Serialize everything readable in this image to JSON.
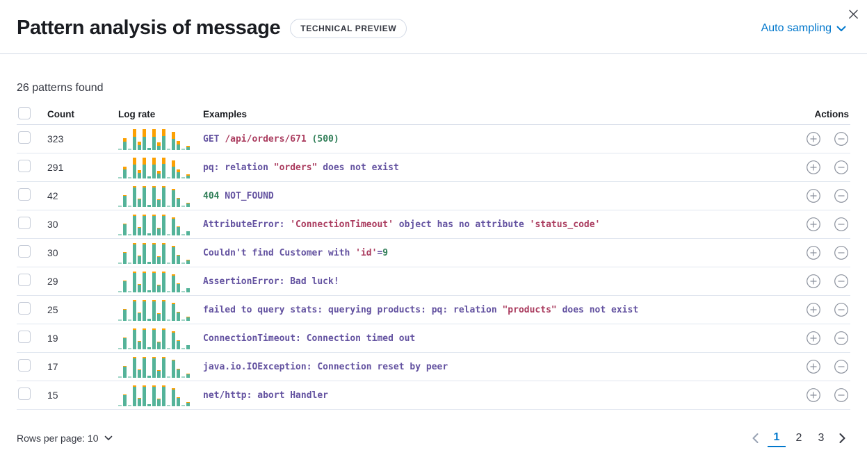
{
  "header": {
    "title": "Pattern analysis of message",
    "badge": "TECHNICAL PREVIEW",
    "sampling_label": "Auto sampling"
  },
  "summary": "26 patterns found",
  "colors": {
    "link_blue": "#0077cc",
    "spark_green": "#54b399",
    "spark_orange": "#fca002",
    "token_purple": "#6352a0",
    "token_red": "#aa3b5e",
    "token_green": "#2e7d56"
  },
  "icons": {
    "close": "close-icon",
    "chevron_down": "chevron-down-icon",
    "plus_circle": "plus-in-circle-icon",
    "minus_circle": "minus-in-circle-icon",
    "chevron_left": "chevron-left-icon",
    "chevron_right": "chevron-right-icon"
  },
  "table": {
    "columns": {
      "count": "Count",
      "log_rate": "Log rate",
      "examples": "Examples",
      "actions": "Actions"
    },
    "sparkline": {
      "bar_totals": [
        2,
        17,
        2,
        30,
        12,
        30,
        3,
        30,
        11,
        30,
        2,
        26,
        13,
        2,
        6
      ]
    },
    "rows": [
      {
        "count": "323",
        "orange": [
          0,
          5,
          0,
          11,
          5,
          11,
          0,
          11,
          5,
          10,
          0,
          10,
          5,
          0,
          2
        ],
        "example": [
          {
            "t": "GET ",
            "c": "p"
          },
          {
            "t": "/api/orders/671",
            "c": "r"
          },
          {
            "t": " (500)",
            "c": "g"
          }
        ]
      },
      {
        "count": "291",
        "orange": [
          0,
          4,
          0,
          10,
          4,
          10,
          0,
          10,
          4,
          9,
          0,
          9,
          4,
          0,
          2
        ],
        "example": [
          {
            "t": "pq: relation ",
            "c": "p"
          },
          {
            "t": "\"orders\"",
            "c": "r"
          },
          {
            "t": " does not exist",
            "c": "p"
          }
        ]
      },
      {
        "count": "42",
        "orange": [
          0,
          1,
          0,
          2,
          1,
          2,
          0,
          2,
          1,
          2,
          0,
          2,
          1,
          0,
          1
        ],
        "example": [
          {
            "t": "404",
            "c": "g"
          },
          {
            "t": " NOT_FOUND",
            "c": "p"
          }
        ]
      },
      {
        "count": "30",
        "orange": [
          0,
          1,
          0,
          2,
          1,
          2,
          0,
          2,
          1,
          2,
          0,
          2,
          1,
          0,
          0
        ],
        "example": [
          {
            "t": "AttributeError: ",
            "c": "p"
          },
          {
            "t": "'ConnectionTimeout'",
            "c": "r"
          },
          {
            "t": " object has no attribute ",
            "c": "p"
          },
          {
            "t": "'status_code'",
            "c": "r"
          }
        ]
      },
      {
        "count": "30",
        "orange": [
          0,
          1,
          0,
          2,
          1,
          2,
          0,
          2,
          1,
          2,
          0,
          2,
          1,
          0,
          1
        ],
        "example": [
          {
            "t": "Couldn't find Customer with ",
            "c": "p"
          },
          {
            "t": "'id'",
            "c": "r"
          },
          {
            "t": "=",
            "c": "p"
          },
          {
            "t": "9",
            "c": "g"
          }
        ]
      },
      {
        "count": "29",
        "orange": [
          0,
          1,
          0,
          2,
          1,
          2,
          0,
          2,
          1,
          2,
          0,
          2,
          1,
          0,
          0
        ],
        "example": [
          {
            "t": "AssertionError: Bad luck!",
            "c": "p"
          }
        ]
      },
      {
        "count": "25",
        "orange": [
          0,
          1,
          0,
          2,
          1,
          2,
          0,
          2,
          1,
          2,
          0,
          2,
          1,
          0,
          1
        ],
        "example": [
          {
            "t": "failed to query stats: querying products: pq: relation ",
            "c": "p"
          },
          {
            "t": "\"products\"",
            "c": "r"
          },
          {
            "t": " does not exist",
            "c": "p"
          }
        ]
      },
      {
        "count": "19",
        "orange": [
          0,
          1,
          0,
          2,
          1,
          2,
          0,
          2,
          1,
          2,
          0,
          2,
          1,
          0,
          0
        ],
        "example": [
          {
            "t": "ConnectionTimeout: Connection timed out",
            "c": "p"
          }
        ]
      },
      {
        "count": "17",
        "orange": [
          0,
          1,
          0,
          2,
          1,
          2,
          0,
          2,
          1,
          2,
          0,
          1,
          1,
          0,
          1
        ],
        "example": [
          {
            "t": "java.io.IOException: Connection reset by peer",
            "c": "p"
          }
        ]
      },
      {
        "count": "15",
        "orange": [
          0,
          1,
          0,
          2,
          1,
          2,
          0,
          2,
          1,
          2,
          0,
          2,
          1,
          0,
          1
        ],
        "example": [
          {
            "t": "net/http: abort Handler",
            "c": "p"
          }
        ]
      }
    ]
  },
  "footer": {
    "rows_per_page_label": "Rows per page: 10",
    "pages": [
      "1",
      "2",
      "3"
    ],
    "active_page": "1"
  }
}
